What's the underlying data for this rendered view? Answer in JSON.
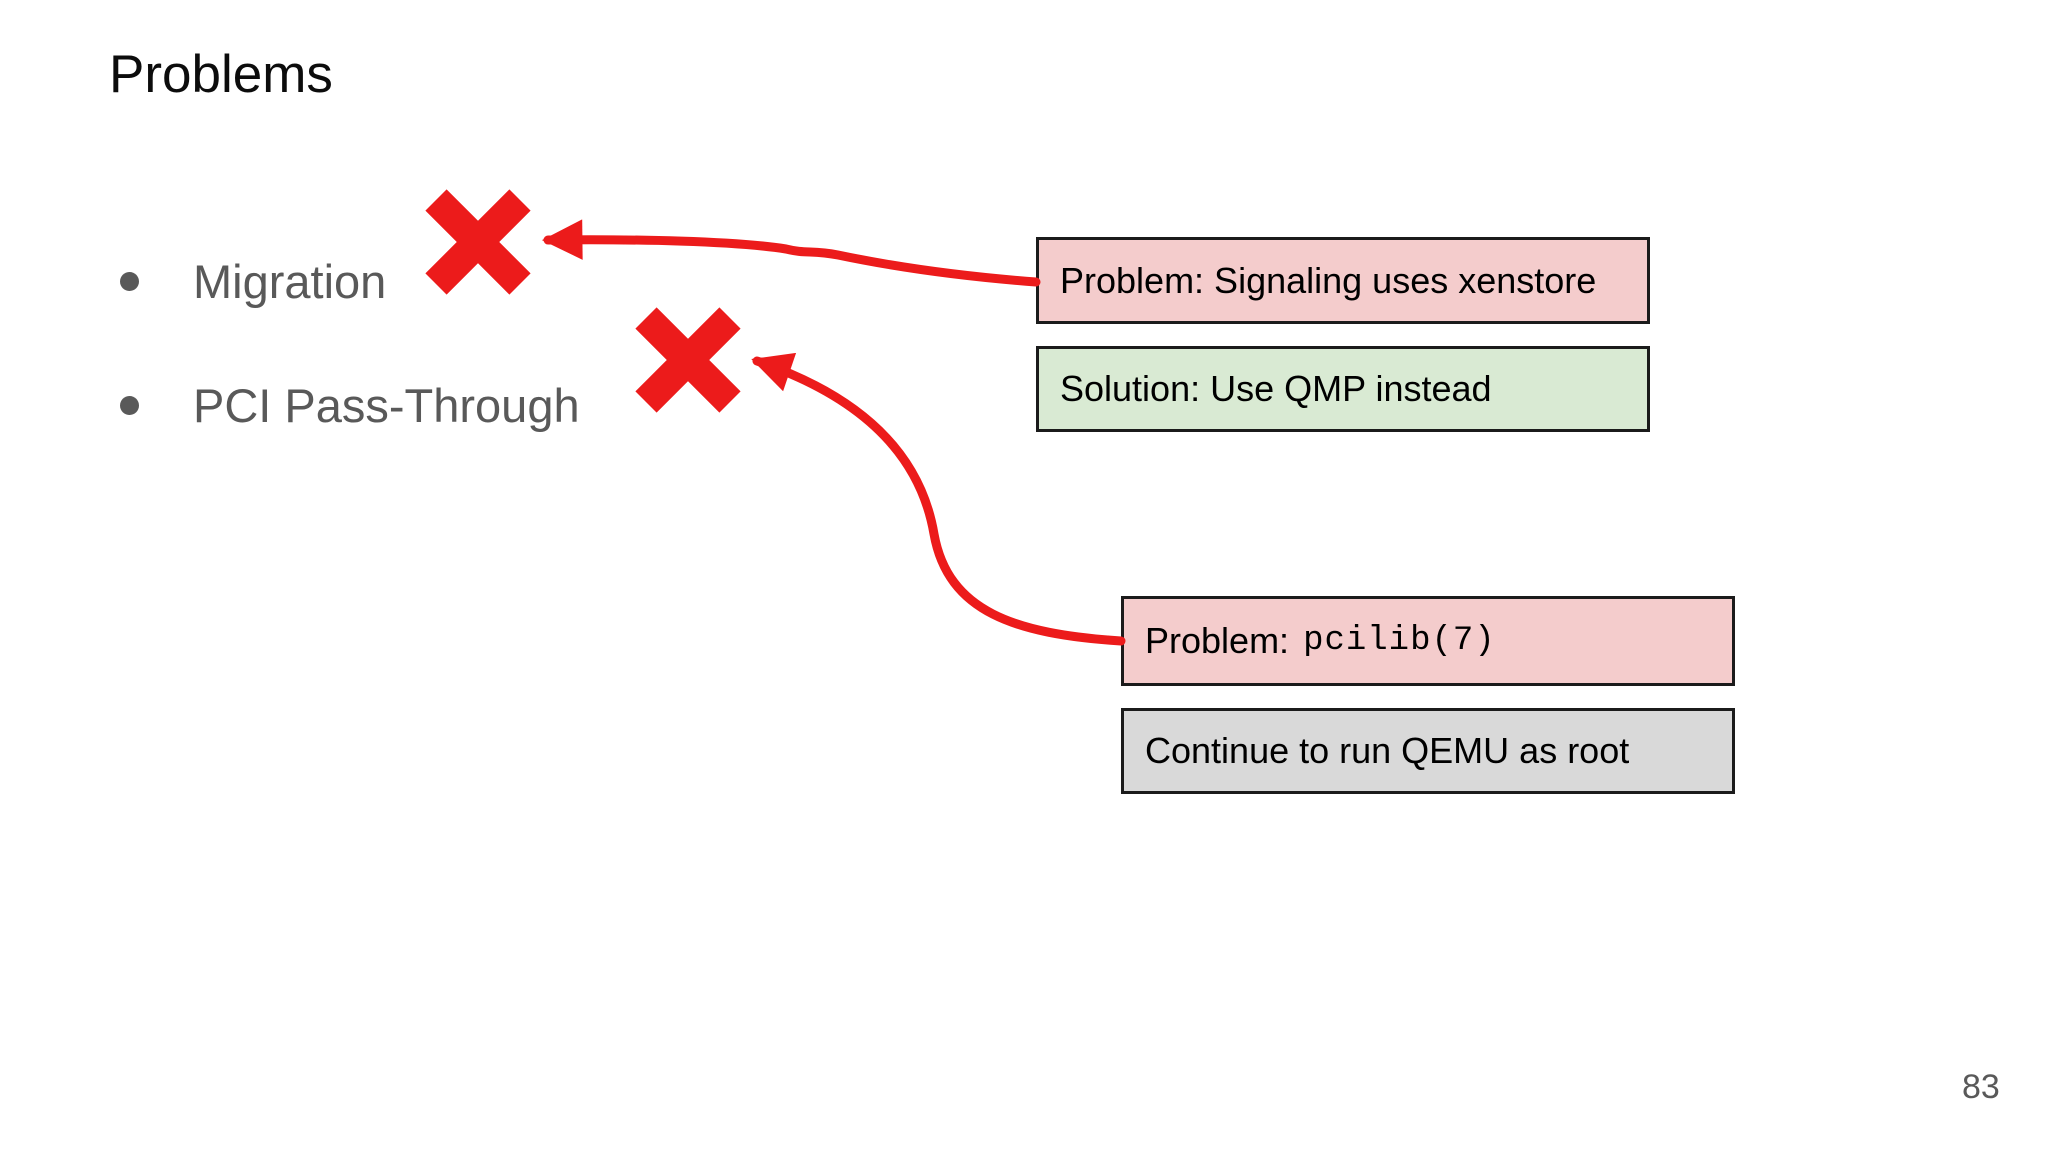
{
  "slide": {
    "title": "Problems",
    "page_number": "83",
    "bullets": [
      {
        "label": "Migration"
      },
      {
        "label": "PCI Pass-Through"
      }
    ],
    "callouts": {
      "migration_problem": "Problem: Signaling uses xenstore",
      "migration_solution": "Solution: Use QMP instead",
      "pci_problem_prefix": "Problem:",
      "pci_problem_code": "pcilib(7)",
      "pci_solution": "Continue to run QEMU as root"
    },
    "colors": {
      "problem_fill": "#f4cccc",
      "solution_fill": "#d9ead3",
      "neutral_fill": "#d9d9d9",
      "annotation_red": "#ec1b1b",
      "list_text": "#595959",
      "title_text": "#0c0c0c",
      "page_text": "#595959"
    }
  }
}
